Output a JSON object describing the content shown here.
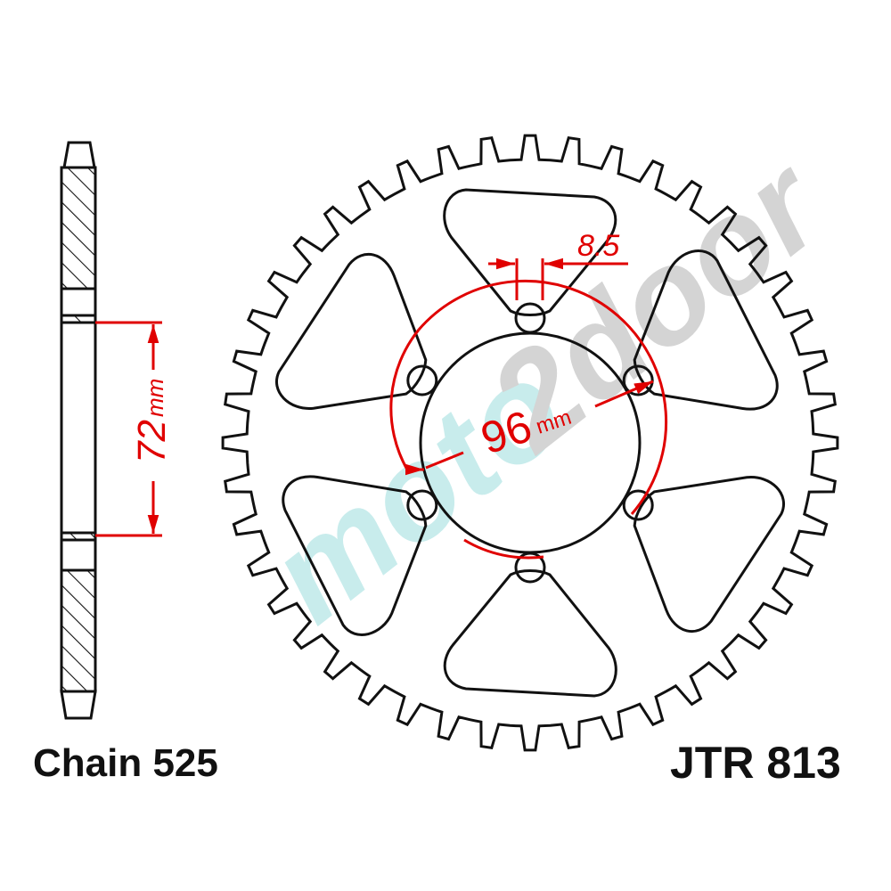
{
  "labels": {
    "chain": "Chain 525",
    "part_number": "JTR 813"
  },
  "dimensions": {
    "spline_width": "72",
    "spline_unit": "mm",
    "pcd": "96",
    "pcd_unit": "mm",
    "bolt_hole": "8.5"
  },
  "sprocket": {
    "teeth": 44,
    "bolt_holes": 6,
    "lightening_cutouts": 6
  },
  "watermark": {
    "text_a": "moto",
    "text_b": "2door",
    "color_a": "#c8ecec",
    "color_b": "#d0d0d0"
  },
  "colors": {
    "outline": "#111111",
    "dimension": "#e00000",
    "background": "#ffffff"
  }
}
